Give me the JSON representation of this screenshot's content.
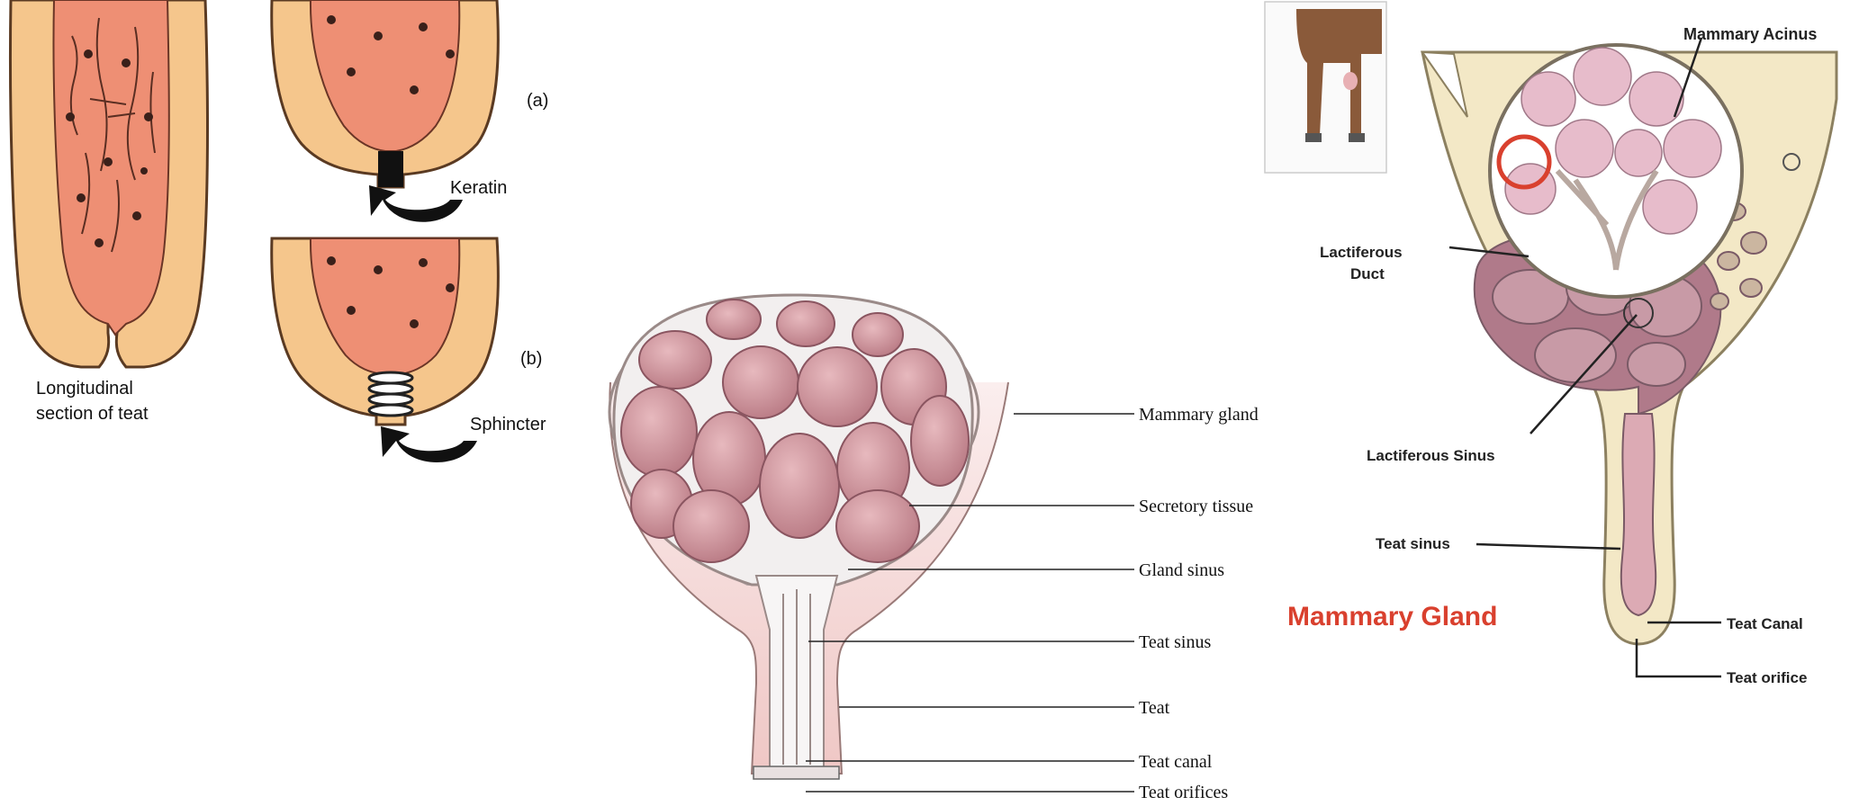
{
  "teat_panel": {
    "caption_line1": "Longitudinal",
    "caption_line2": "section of teat",
    "label_a": "(a)",
    "label_b": "(b)",
    "keratin": "Keratin",
    "sphincter": "Sphincter"
  },
  "gland_panel": {
    "labels": [
      "Mammary gland",
      "Secretory tissue",
      "Gland sinus",
      "Teat sinus",
      "Teat",
      "Teat canal",
      "Teat orifices"
    ]
  },
  "cow_panel": {
    "title": "Mammary Gland",
    "mammary_acinus": "Mammary Acinus",
    "lactiferous_duct_1": "Lactiferous",
    "lactiferous_duct_2": "Duct",
    "lactiferous_sinus": "Lactiferous Sinus",
    "teat_sinus": "Teat sinus",
    "teat_canal": "Teat Canal",
    "teat_orifice": "Teat orifice"
  },
  "colors": {
    "teat_outer": "#f5c68c",
    "teat_inner": "#ee8f74",
    "gland_lobe": "#c98a93",
    "cow_bg": "#f3e8c6",
    "title_red": "#d9402e"
  }
}
